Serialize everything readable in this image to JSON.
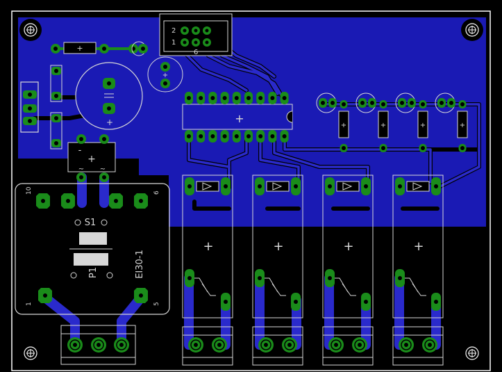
{
  "board": {
    "colors": {
      "background": "#000000",
      "copper_pour": "#1a1ab4",
      "trace": "#3434d8",
      "pad": "#1a8c1a",
      "drill": "#000000",
      "silkscreen": "#d8d8d8",
      "outline": "#ffffff"
    },
    "connector_pins": {
      "row2": "2",
      "row1": "1",
      "pin6": "6"
    },
    "transformer": {
      "name": "EI30-1",
      "secondary": "S1",
      "primary": "P1",
      "pin10": "10",
      "pin6": "6",
      "pin1": "1",
      "pin5": "5"
    },
    "bridge": {
      "minus": "-",
      "plus": "+",
      "tilde_left": "~",
      "tilde_right": "~"
    },
    "plus_sign": "+",
    "relay_count": 4,
    "led_count": 4
  }
}
